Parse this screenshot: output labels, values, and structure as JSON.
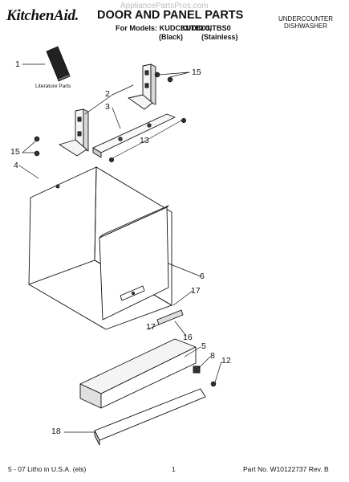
{
  "header": {
    "brand": "KitchenAid.",
    "title": "DOOR AND PANEL PARTS",
    "models_label": "For Models: KUDC03ITBL0,",
    "models_value": "KUDC03ITBS0",
    "finish_1": "(Black)",
    "finish_2": "(Stainless)",
    "product_type_line1": "UNDERCOUNTER",
    "product_type_line2": "DISHWASHER",
    "watermark": "AppliancePartsPros.com"
  },
  "diagram": {
    "literature_label": "Literature Parts",
    "callouts": {
      "c1": "1",
      "c2": "2",
      "c3": "3",
      "c4": "4",
      "c5": "5",
      "c6": "6",
      "c8": "8",
      "c12": "12",
      "c13": "13",
      "c15_top": "15",
      "c15_left": "15",
      "c16": "16",
      "c17_right": "17",
      "c17_left": "17",
      "c18": "18"
    }
  },
  "footer": {
    "litho": "5 - 07 Litho in U.S.A. (els)",
    "page_number": "1",
    "part_number": "Part No. W10122737 Rev. B"
  }
}
